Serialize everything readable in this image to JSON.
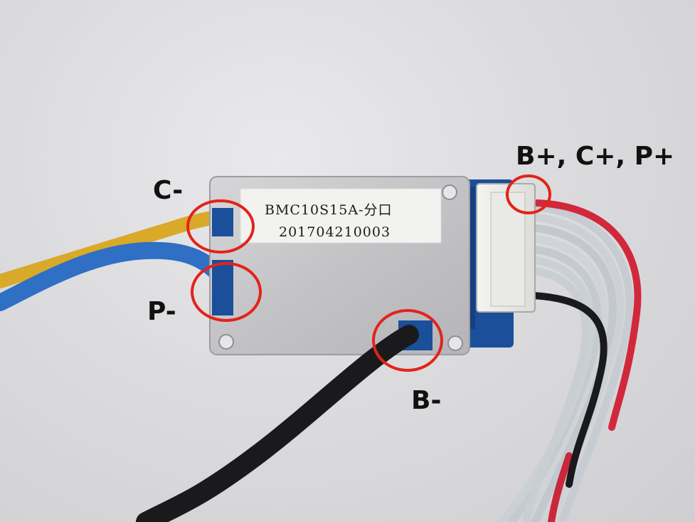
{
  "photo": {
    "board_label": {
      "model": "BMC10S15A-分口",
      "serial": "201704210003"
    },
    "callouts": {
      "c_minus": "C-",
      "p_minus": "P-",
      "b_minus": "B-",
      "b_c_p_plus": "B+, C+, P+"
    },
    "colors": {
      "highlight_circle": "#e2231a",
      "yellow_wire": "#d9a92a",
      "blue_wire": "#2f6fc4",
      "black_wire": "#1a1a1c",
      "red_wire": "#d2283b",
      "grey_wire": "#c7ccd2",
      "pcb_blue": "#1b4f9a",
      "heatsink": "#c9c9cc"
    }
  }
}
